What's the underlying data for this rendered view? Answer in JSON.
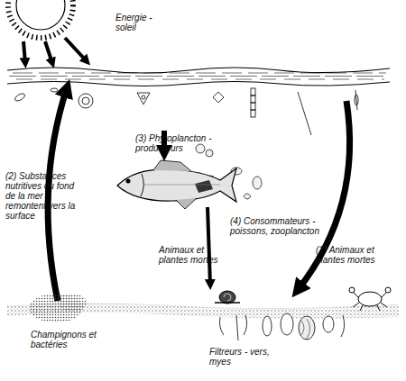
{
  "diagram": {
    "labels": [
      "Energie - soleil",
      "(3) Phytoplancton - producteurs",
      "(2) Substances nutritives du fond de la mer remontent vers la surface",
      "(4) Consommateurs - poissons, zooplancton",
      "Animaux et plantes mortes",
      "(1) Animaux et plantes mortes",
      "Champignons et bactéries",
      "Filtreurs - vers, myes"
    ]
  }
}
